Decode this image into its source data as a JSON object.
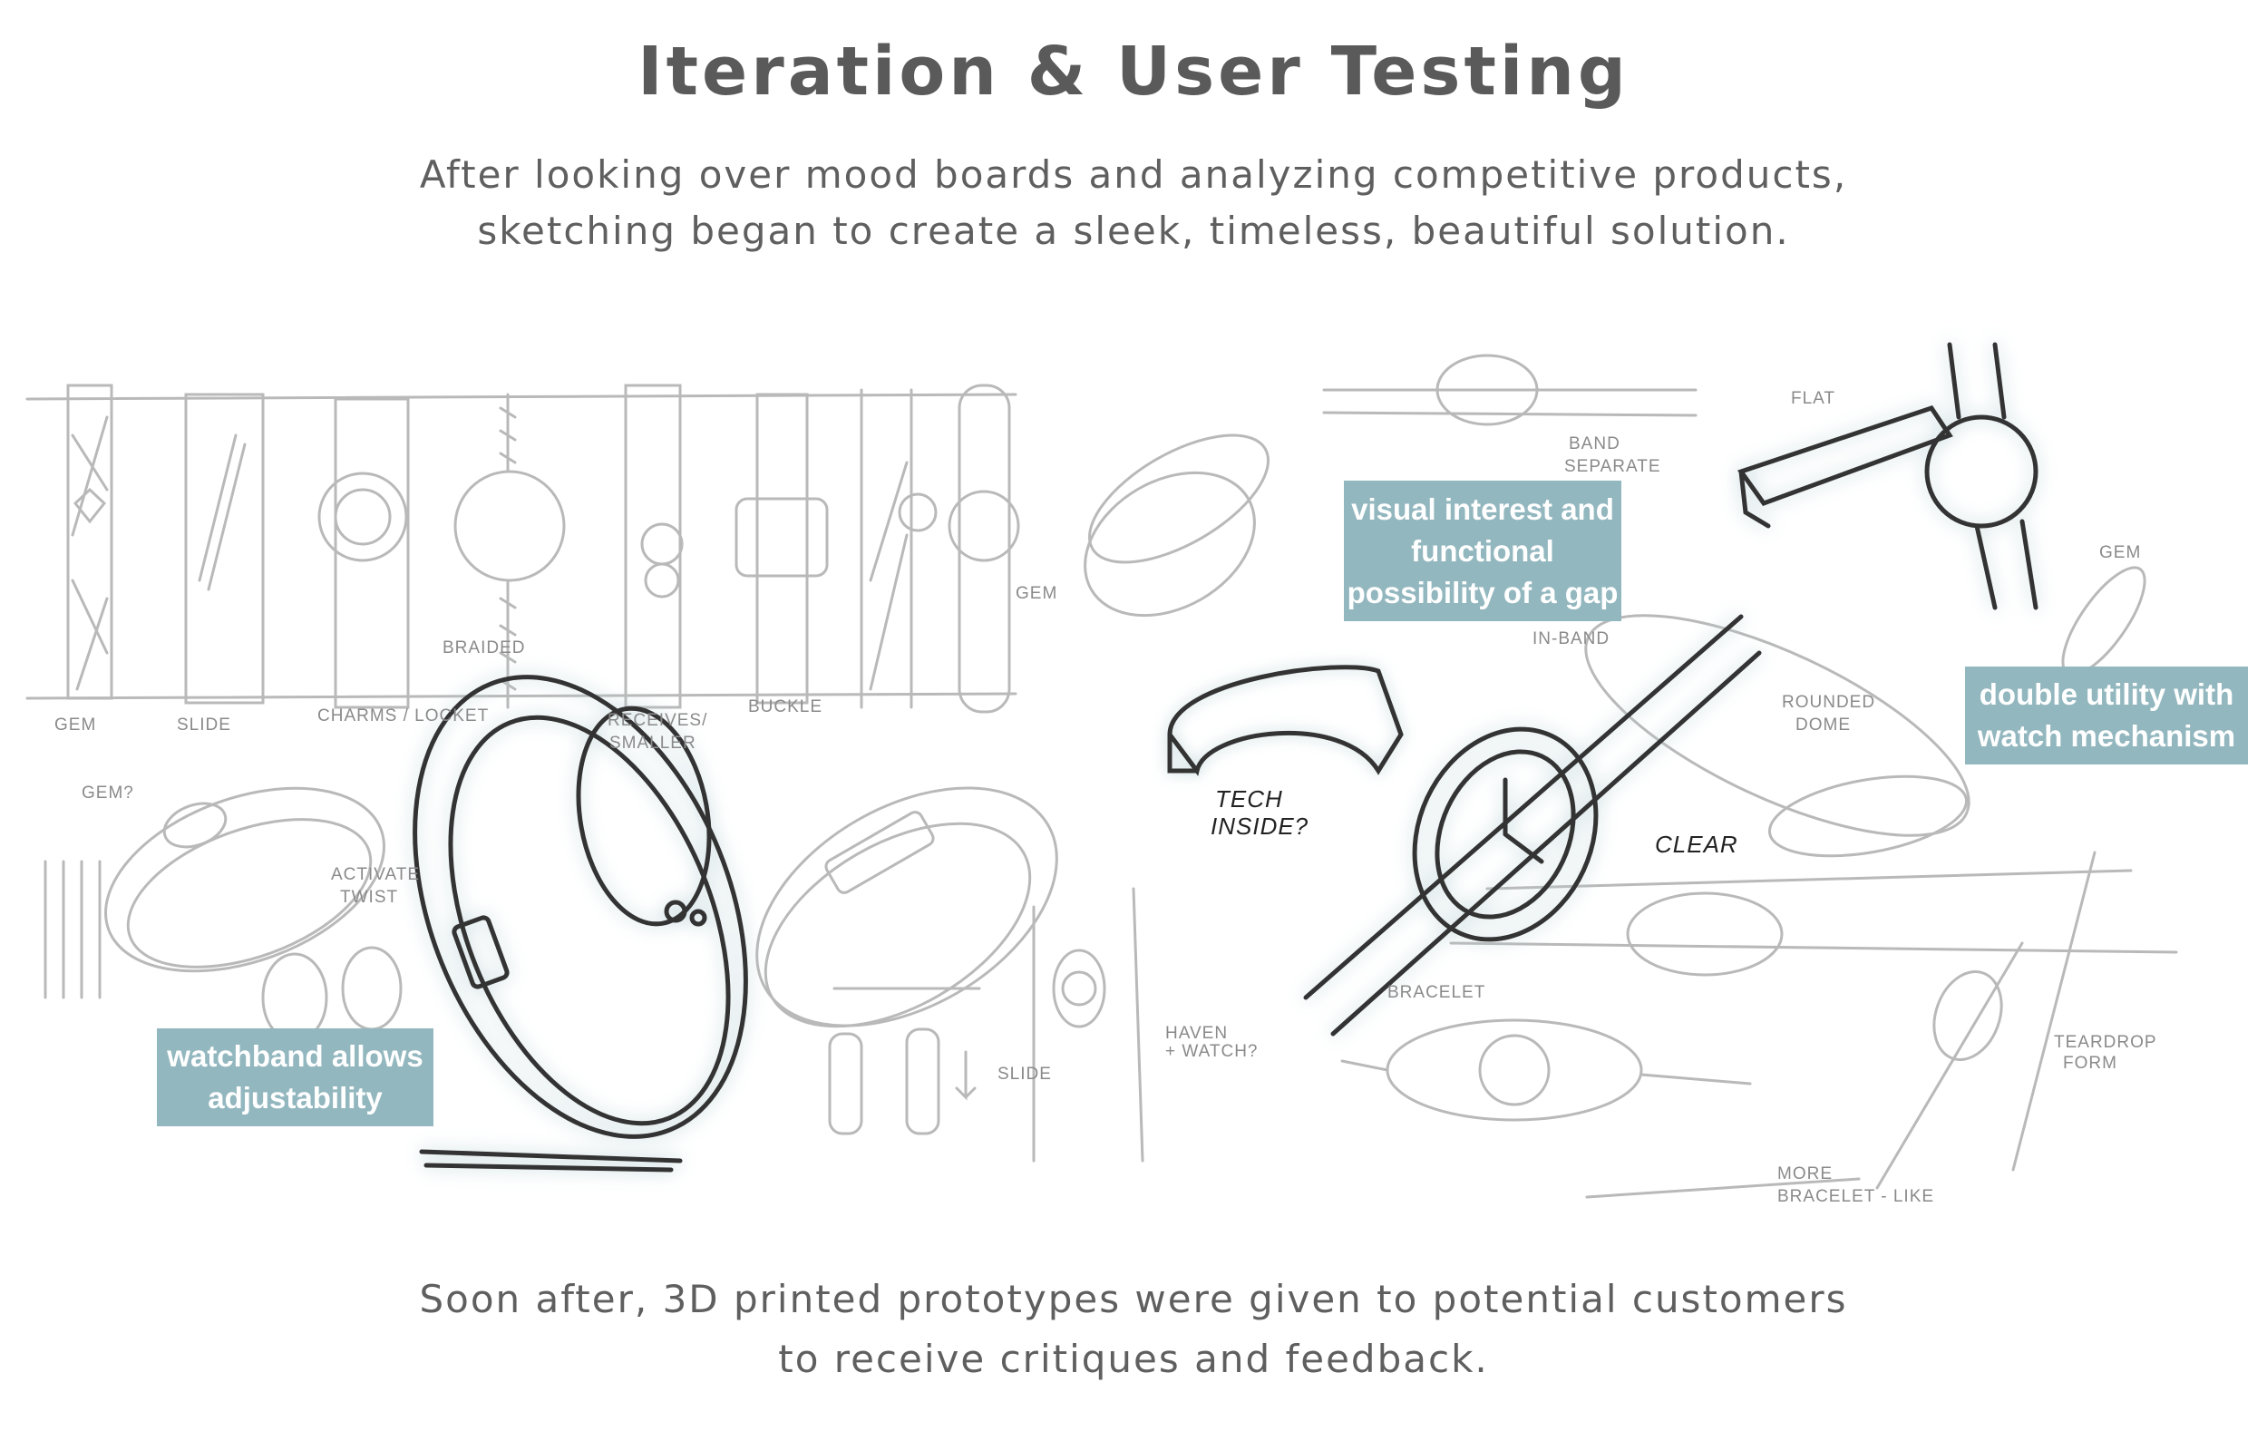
{
  "title": "Iteration & User Testing",
  "intro": {
    "line1": "After looking over mood boards and analyzing competitive products,",
    "line2": "sketching began to create a sleek, timeless, beautiful solution."
  },
  "outro": {
    "line1": "Soon after, 3D printed prototypes were given to potential customers",
    "line2": "to receive critiques and feedback."
  },
  "callouts": {
    "watchband": {
      "line1": "watchband allows",
      "line2": "adjustability"
    },
    "gap": {
      "line1": "visual interest and",
      "line2": "functional",
      "line3": "possibility of a gap"
    },
    "utility": {
      "line1": "double utility with",
      "line2": "watch mechanism"
    }
  },
  "sketch_notes": {
    "gem": "GEM",
    "slide": "SLIDE",
    "charms": "CHARMS / LOCKET",
    "braided": "BRAIDED",
    "receives": "RECEIVES/",
    "smaller": "SMALLER",
    "buckle": "BUCKLE",
    "gem2": "GEM",
    "band_separate": "BAND",
    "separate": "SEPARATE",
    "in_band": "IN-BAND",
    "flat": "FLAT",
    "gem3": "GEM",
    "rounded": "ROUNDED",
    "dome": "DOME",
    "gem_q": "GEM?",
    "activate": "ACTIVATE",
    "twist": "TWIST",
    "tech_inside": "TECH",
    "inside": "INSIDE?",
    "clear": "CLEAR",
    "bracelet": "BRACELET",
    "haven": "HAVEN",
    "watch_q": "+ WATCH?",
    "slide2": "SLIDE",
    "teardrop": "TEARDROP",
    "form": "FORM",
    "more": "MORE",
    "bracelet_like": "BRACELET - LIKE"
  }
}
